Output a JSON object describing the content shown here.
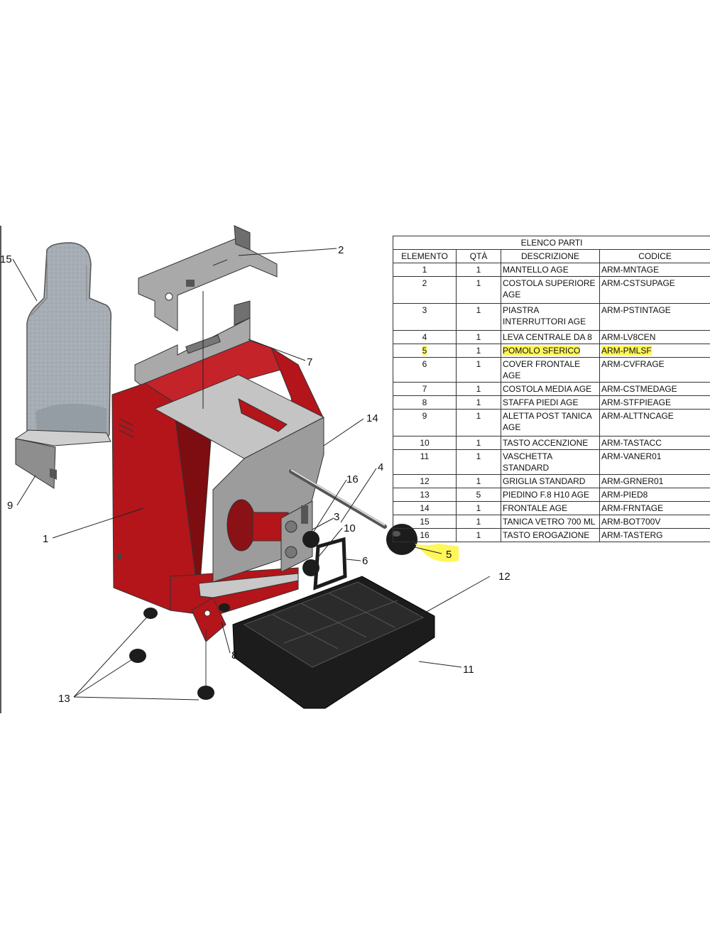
{
  "table": {
    "title": "ELENCO PARTI",
    "headers": [
      "ELEMENTO",
      "QTÀ",
      "DESCRIZIONE",
      "CODICE"
    ],
    "rows": [
      {
        "elemento": "1",
        "qta": "1",
        "descrizione": "MANTELLO AGE",
        "codice": "ARM-MNTAGE"
      },
      {
        "elemento": "2",
        "qta": "1",
        "descrizione": "COSTOLA SUPERIORE AGE",
        "codice": "ARM-CSTSUPAGE"
      },
      {
        "elemento": "3",
        "qta": "1",
        "descrizione": "PIASTRA INTERRUTTORI AGE",
        "codice": "ARM-PSTINTAGE"
      },
      {
        "elemento": "4",
        "qta": "1",
        "descrizione": "LEVA CENTRALE DA 8",
        "codice": "ARM-LV8CEN"
      },
      {
        "elemento": "5",
        "qta": "1",
        "descrizione": "POMOLO SFERICO",
        "codice": "ARM-PMLSF"
      },
      {
        "elemento": "6",
        "qta": "1",
        "descrizione": "COVER FRONTALE AGE",
        "codice": "ARM-CVFRAGE"
      },
      {
        "elemento": "7",
        "qta": "1",
        "descrizione": "COSTOLA MEDIA AGE",
        "codice": "ARM-CSTMEDAGE"
      },
      {
        "elemento": "8",
        "qta": "1",
        "descrizione": "STAFFA PIEDI AGE",
        "codice": "ARM-STFPIEAGE"
      },
      {
        "elemento": "9",
        "qta": "1",
        "descrizione": "ALETTA POST TANICA AGE",
        "codice": "ARM-ALTTNCAGE"
      },
      {
        "elemento": "10",
        "qta": "1",
        "descrizione": "TASTO ACCENZIONE",
        "codice": "ARM-TASTACC"
      },
      {
        "elemento": "11",
        "qta": "1",
        "descrizione": "VASCHETTA STANDARD",
        "codice": "ARM-VANER01"
      },
      {
        "elemento": "12",
        "qta": "1",
        "descrizione": "GRIGLIA STANDARD",
        "codice": "ARM-GRNER01"
      },
      {
        "elemento": "13",
        "qta": "5",
        "descrizione": "PIEDINO F.8 H10 AGE",
        "codice": "ARM-PIED8"
      },
      {
        "elemento": "14",
        "qta": "1",
        "descrizione": "FRONTALE AGE",
        "codice": "ARM-FRNTAGE"
      },
      {
        "elemento": "15",
        "qta": "1",
        "descrizione": "TANICA VETRO 700 ML",
        "codice": "ARM-BOT700V"
      },
      {
        "elemento": "16",
        "qta": "1",
        "descrizione": "TASTO EROGAZIONE",
        "codice": "ARM-TASTERG"
      }
    ]
  },
  "callouts": {
    "c1": "1",
    "c2": "2",
    "c3": "3",
    "c4": "4",
    "c5": "5",
    "c6": "6",
    "c7": "7",
    "c8": "8",
    "c9": "9",
    "c10": "10",
    "c11": "11",
    "c12": "12",
    "c13": "13",
    "c14": "14",
    "c15": "15",
    "c16": "16"
  },
  "colors": {
    "body_red": "#b3151a",
    "body_red_dark": "#7d0d10",
    "steel": "#b9b9b9",
    "steel_dark": "#8a8a8a",
    "tray_black": "#1c1c1c",
    "glass": "#aab1b8",
    "highlight": "#fff65a"
  }
}
